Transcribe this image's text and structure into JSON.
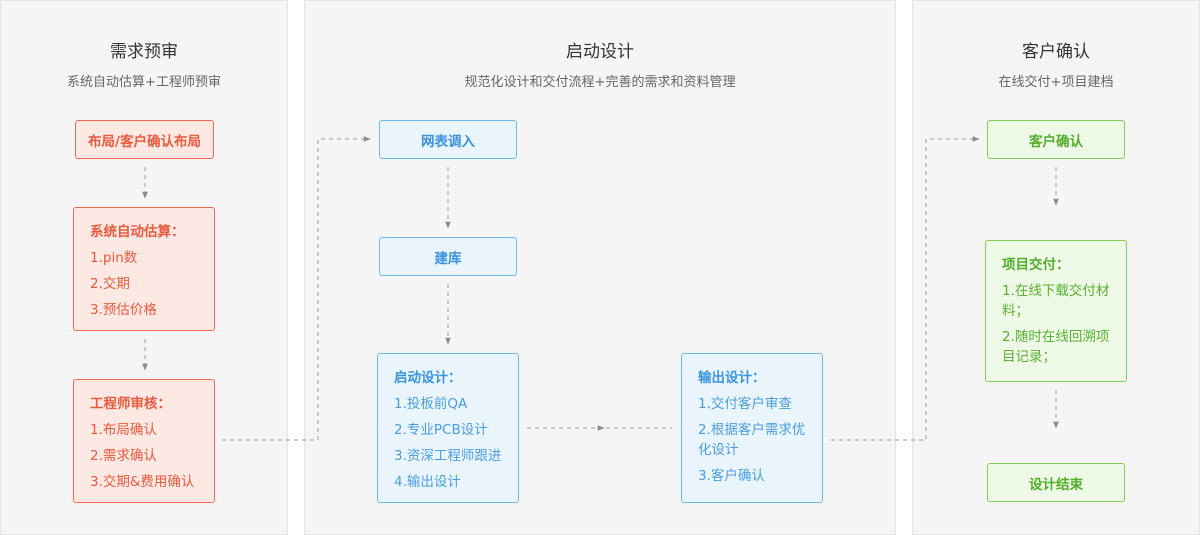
{
  "panels": [
    {
      "title": "需求预审",
      "subtitle": "系统自动估算+工程师预审",
      "boxes": [
        {
          "title": "布局/客户确认布局"
        },
        {
          "title": "系统自动估算：",
          "items": [
            "1.pin数",
            "2.交期",
            "3.预估价格"
          ]
        },
        {
          "title": "工程师审核：",
          "items": [
            "1.布局确认",
            "2.需求确认",
            "3.交期&费用确认"
          ]
        }
      ]
    },
    {
      "title": "启动设计",
      "subtitle": "规范化设计和交付流程+完善的需求和资料管理",
      "boxes": [
        {
          "title": "网表调入"
        },
        {
          "title": "建库"
        },
        {
          "title": "启动设计：",
          "items": [
            "1.投板前QA",
            "2.专业PCB设计",
            "3.资深工程师跟进",
            "4.输出设计"
          ]
        },
        {
          "title": "输出设计：",
          "items": [
            "1.交付客户审查",
            "2.根据客户需求优化设计",
            "3.客户确认"
          ]
        }
      ]
    },
    {
      "title": "客户确认",
      "subtitle": "在线交付+项目建档",
      "boxes": [
        {
          "title": "客户确认"
        },
        {
          "title": "项目交付：",
          "items": [
            "1.在线下载交付材料；",
            "2.随时在线回溯项目记录；"
          ]
        },
        {
          "title": "设计结束"
        }
      ]
    }
  ],
  "colors": {
    "stage1": "#ea5a3d",
    "stage2": "#3a93dc",
    "stage3": "#52ad2b",
    "connector": "#999999"
  }
}
